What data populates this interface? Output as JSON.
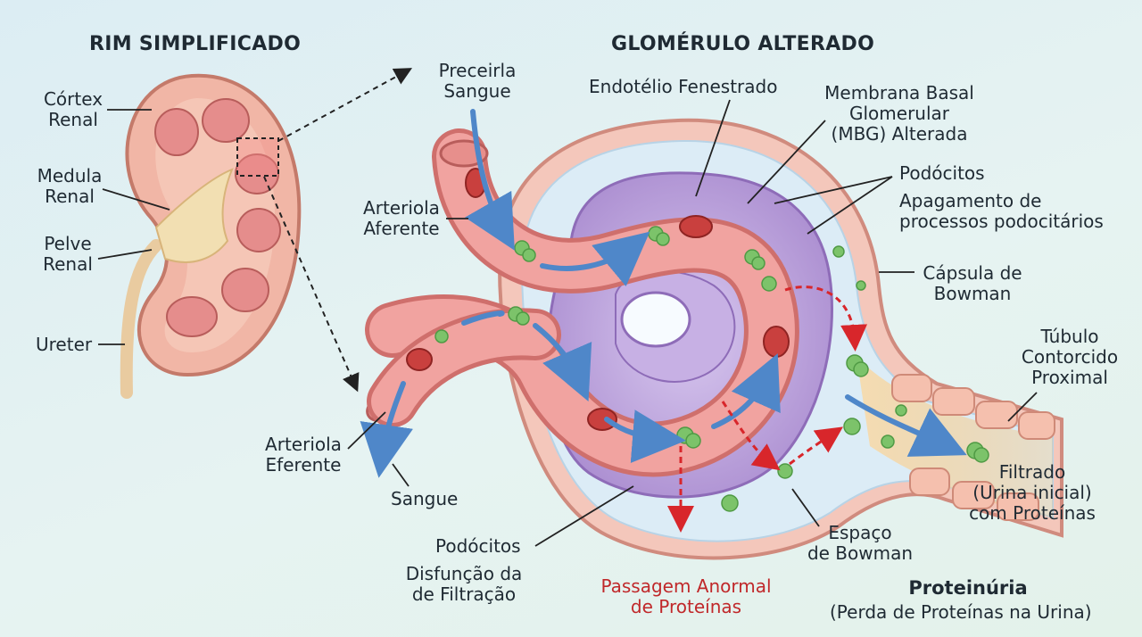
{
  "titles": {
    "kidney": "RIM SIMPLIFICADO",
    "glomerulus": "GLOMÉRULO ALTERADO"
  },
  "kidney_labels": {
    "cortex": [
      "Córtex",
      "Renal"
    ],
    "medulla": [
      "Medula",
      "Renal"
    ],
    "pelvis": [
      "Pelve",
      "Renal"
    ],
    "ureter": "Ureter"
  },
  "glomerulus_labels": {
    "blood_in": [
      "Preceirla",
      "Sangue"
    ],
    "endothelium": "Endotélio Fenestrado",
    "gbm": [
      "Membrana Basal",
      "Glomerular",
      "(MBG) Alterada"
    ],
    "podocytes_top": "Podócitos",
    "effacement": [
      "Apagamento de",
      "processos podocitários"
    ],
    "afferent": [
      "Arteriola",
      "Aferente"
    ],
    "bowman_capsule": [
      "Cápsula de",
      "Bowman"
    ],
    "tubule": [
      "Túbulo",
      "Contorcido",
      "Proximal"
    ],
    "efferent": [
      "Arteriola",
      "Eferente"
    ],
    "blood_out": "Sangue",
    "filtrate": [
      "Filtrado",
      "(Urina inicial)",
      "com Proteínas"
    ],
    "podocytes_bottom": "Podócitos",
    "filtration_dysfunction": [
      "Disfunção da",
      "de Filtração"
    ],
    "bowman_space": [
      "Espaço",
      "de Bowman"
    ],
    "abnormal_passage": [
      "Passagem Anormal",
      "de Proteínas"
    ],
    "proteinuria": "Proteinúria",
    "proteinuria_sub": "(Perda de Proteínas na Urina)"
  },
  "colors": {
    "vessel": "#f1a3a0",
    "vessel_dark": "#cf6f6c",
    "podocyte": "#b9a0d8",
    "protein": "#7cc36a",
    "blood_cell": "#c9403e",
    "flow_arrow": "#4f87c9",
    "protein_arrow": "#d8262b",
    "filtrate": "#f6cf8f"
  }
}
